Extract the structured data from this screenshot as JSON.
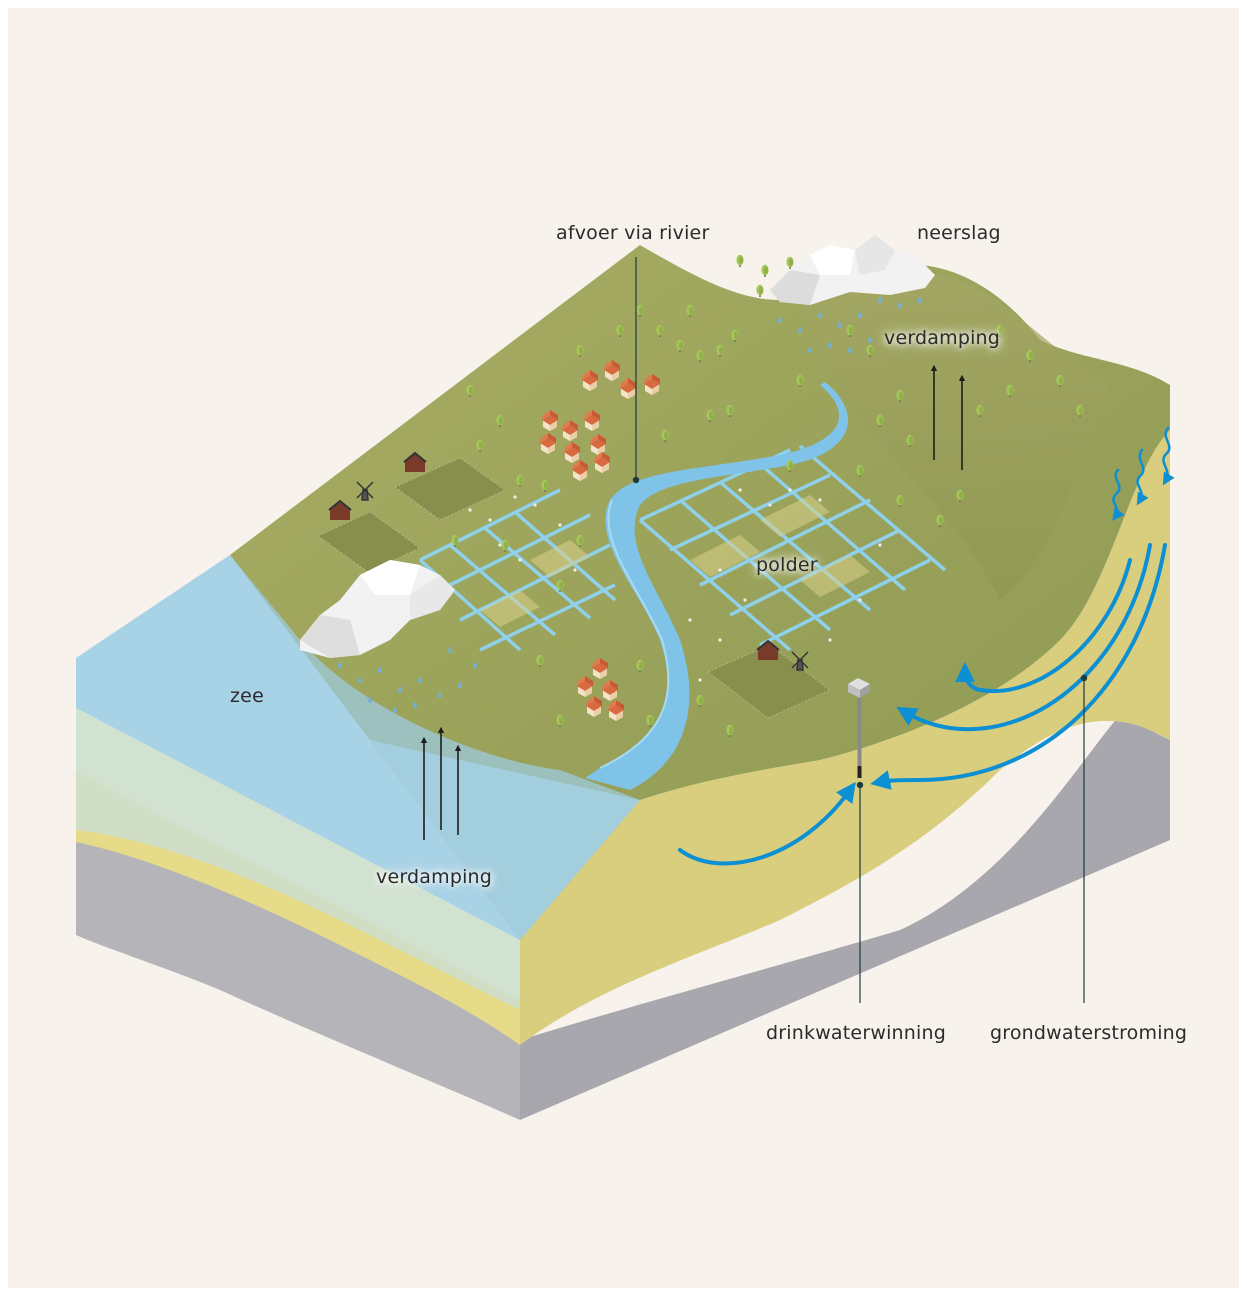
{
  "labels": {
    "afvoer": "afvoer via rivier",
    "neerslag": "neerslag",
    "verdamping_land": "verdamping",
    "polder": "polder",
    "zee": "zee",
    "verdamping_zee": "verdamping",
    "drinkwater": "drinkwaterwinning",
    "grondwater": "grondwaterstroming"
  },
  "colors": {
    "background": "#f7f3ec",
    "land": "#9aa45c",
    "sand": "#ddd07f",
    "bedrock": "#a9a9b0",
    "sea": "#a7d3e6",
    "river": "#7fc4e8",
    "groundwater_arrow": "#0d8fd4",
    "leader_line": "#1f3b3b"
  },
  "icons": [
    "cloud-icon",
    "raindrop-icon",
    "tree-icon",
    "house-icon",
    "farm-icon",
    "windmill-icon",
    "water-pump-icon",
    "cow-icon"
  ]
}
